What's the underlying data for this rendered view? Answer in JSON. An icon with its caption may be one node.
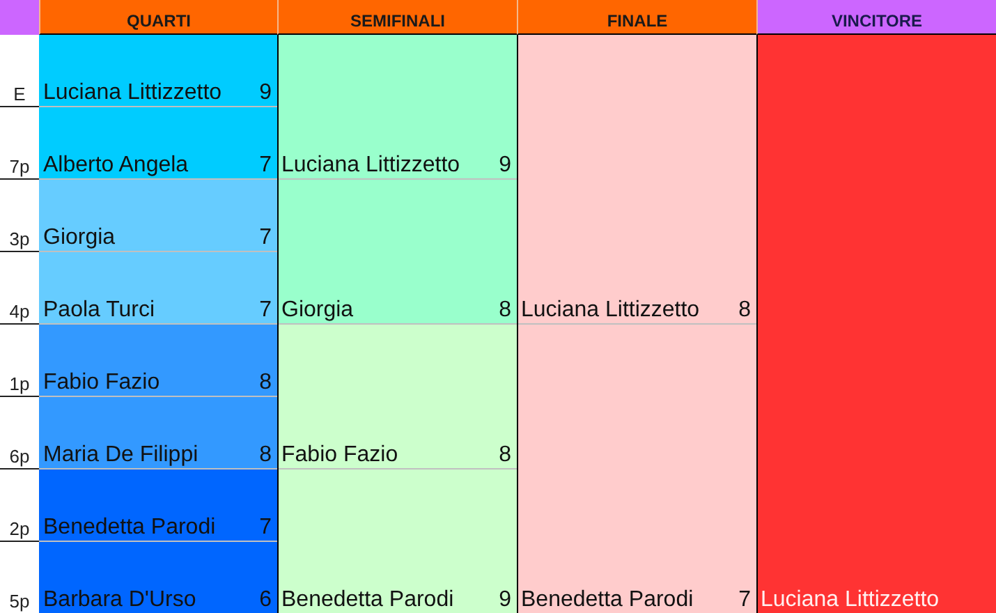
{
  "diagram": {
    "nodes": [
      {
        "text": [
          "QUARTI"
        ]
      },
      {
        "text": [
          "SEMIFINALI"
        ]
      },
      {
        "text": [
          "FINALE"
        ]
      },
      {
        "text": [
          "VINCITORE"
        ]
      },
      {
        "text": [
          "Luciana Littizzetto",
          "9",
          "Alberto Angela",
          "7"
        ]
      },
      {
        "text": [
          "Giorgia",
          "7",
          "Paola Turci",
          "7"
        ]
      },
      {
        "text": [
          "Fabio Fazio",
          "8",
          "Maria De Filippi",
          "8"
        ]
      },
      {
        "text": [
          "Benedetta Parodi",
          "7",
          "Barbara D'Urso",
          "6"
        ]
      },
      {
        "text": [
          "Luciana Littizzetto",
          "9",
          "Giorgia",
          "8"
        ]
      },
      {
        "text": [
          "Fabio Fazio",
          "8",
          "Benedetta Parodi",
          "9"
        ]
      },
      {
        "text": [
          "Luciana Littizzetto",
          "8",
          "Benedetta Parodi",
          "7"
        ]
      },
      {
        "text": [
          "Luciana Littizzetto"
        ]
      }
    ],
    "labels": [
      "E",
      "7p",
      "3p",
      "4p",
      "1p",
      "6p",
      "2p",
      "5p"
    ]
  }
}
